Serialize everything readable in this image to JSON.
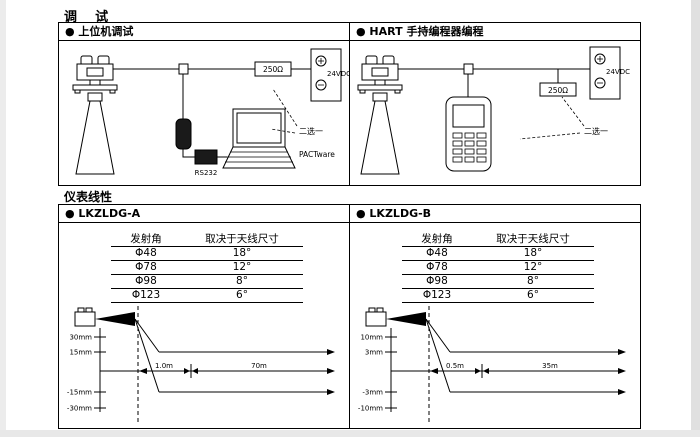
{
  "page": {
    "section1": "调    试",
    "section2": "仪表线性"
  },
  "debug": {
    "left": {
      "title": "● 上位机调试",
      "vdc": "24VDC",
      "resistor": "250Ω",
      "choose": "二选一",
      "software": "PACTware",
      "converter": "RS232"
    },
    "right": {
      "title": "● HART 手持编程器编程",
      "vdc": "24VDC",
      "resistor": "250Ω",
      "choose": "二选一"
    }
  },
  "linearity": {
    "left": {
      "title": "● LKZLDG-A",
      "table": {
        "col_angle": "发射角",
        "col_size": "取决于天线尺寸",
        "rows": [
          [
            "Φ48",
            "18°"
          ],
          [
            "Φ78",
            "12°"
          ],
          [
            "Φ98",
            "8°"
          ],
          [
            "Φ123",
            "6°"
          ]
        ]
      },
      "beam": {
        "labels": [
          "30mm",
          "15mm",
          "-15mm",
          "-30mm"
        ],
        "near": "1.0m",
        "far": "70m"
      }
    },
    "right": {
      "title": "● LKZLDG-B",
      "table": {
        "col_angle": "发射角",
        "col_size": "取决于天线尺寸",
        "rows": [
          [
            "Φ48",
            "18°"
          ],
          [
            "Φ78",
            "12°"
          ],
          [
            "Φ98",
            "8°"
          ],
          [
            "Φ123",
            "6°"
          ]
        ]
      },
      "beam": {
        "labels": [
          "10mm",
          "3mm",
          "-3mm",
          "-10mm"
        ],
        "near": "0.5m",
        "far": "35m"
      }
    }
  }
}
